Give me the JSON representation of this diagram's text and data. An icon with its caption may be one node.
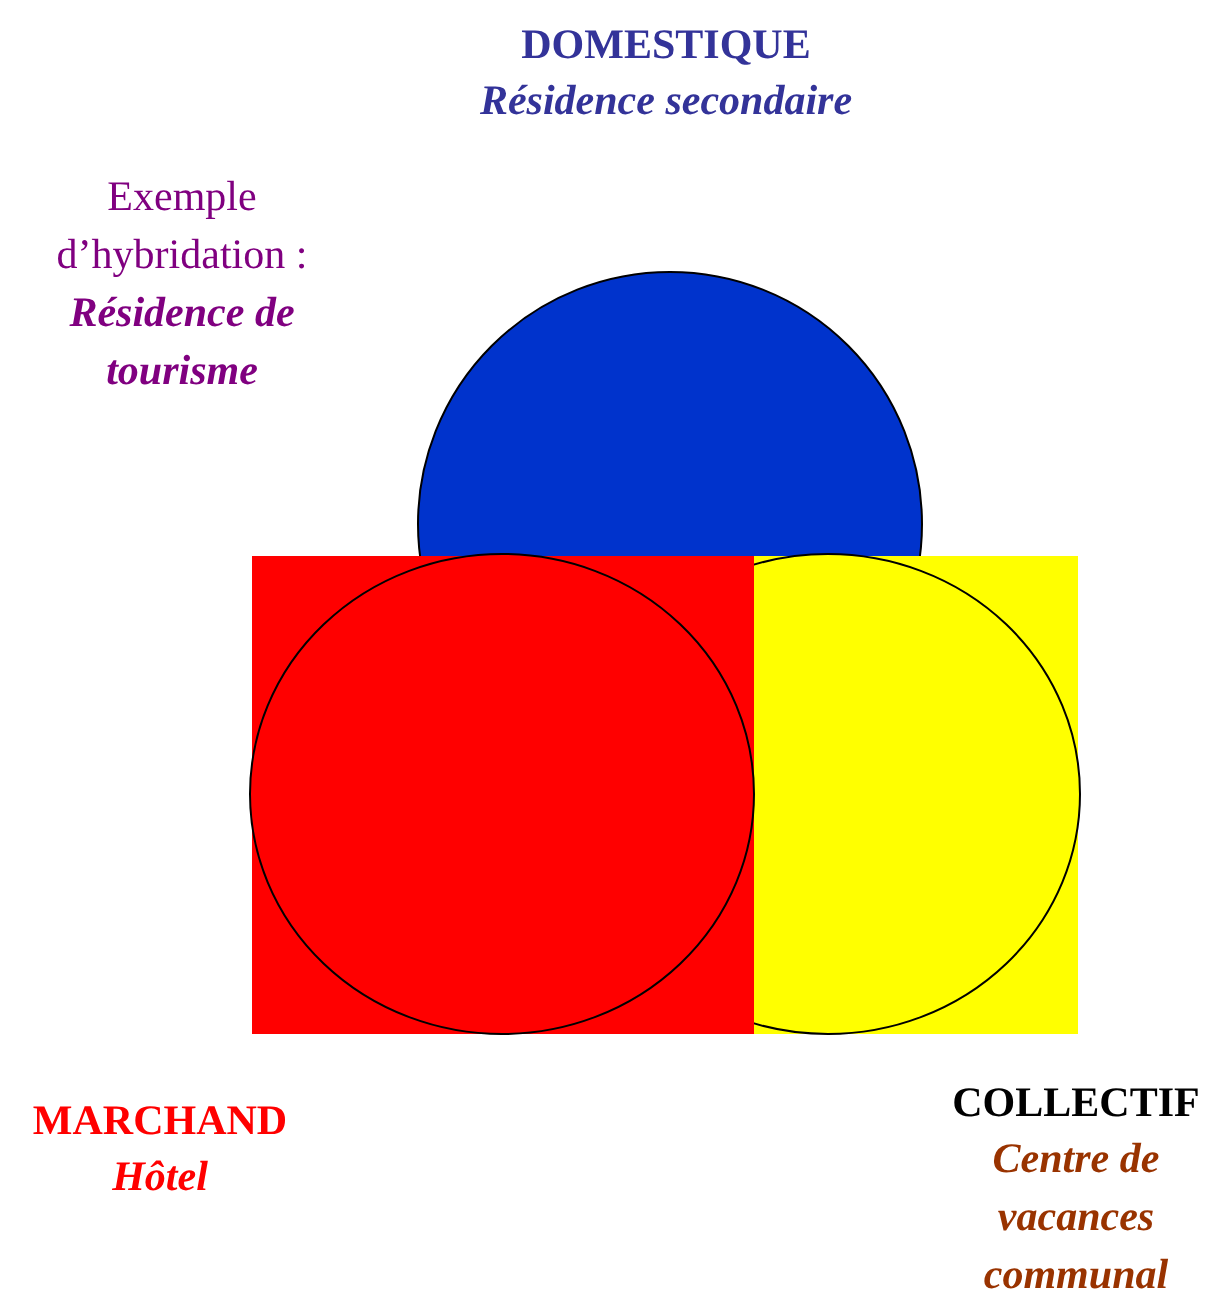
{
  "diagram": {
    "labels": [
      "DOMESTIQUE",
      "Résidence secondaire",
      "Exemple d’hybridation :",
      "Résidence de tourisme",
      "MARCHAND",
      "Hôtel",
      "COLLECTIF",
      "Centre de vacances communal"
    ]
  }
}
